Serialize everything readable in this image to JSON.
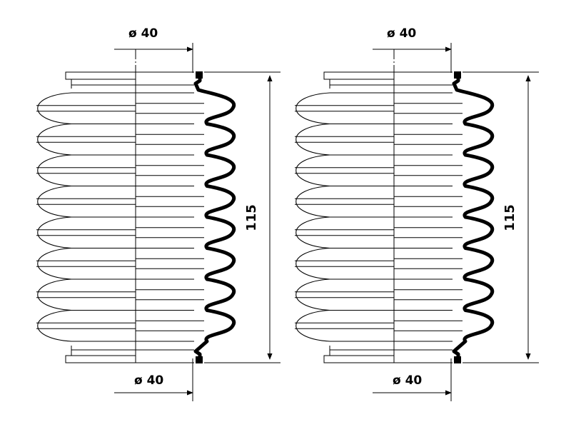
{
  "diagram": {
    "title": "",
    "boots": [
      {
        "top_diameter": "ø 40",
        "bottom_diameter": "ø 40",
        "length": "115"
      },
      {
        "top_diameter": "ø 40",
        "bottom_diameter": "ø 40",
        "length": "115"
      }
    ],
    "corrugations": 8,
    "colors": {
      "line": "#000000",
      "background": "#ffffff"
    }
  }
}
